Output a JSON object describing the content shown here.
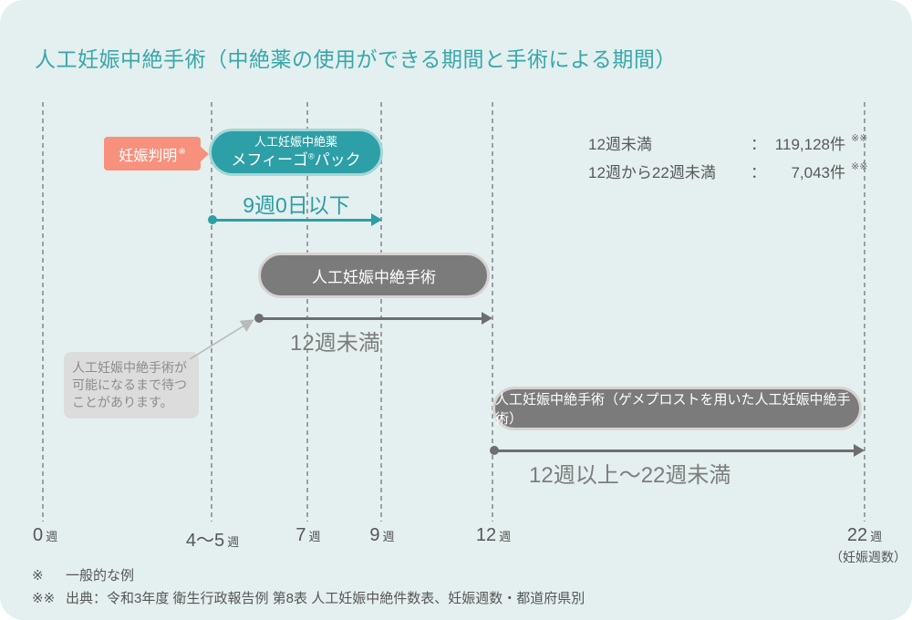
{
  "title": "人工妊娠中絶手術（中絶薬の使用ができる期間と手術による期間）",
  "callout": {
    "label": "妊娠判明",
    "mark": "※"
  },
  "med_pill": {
    "line1": "人工妊娠中絶薬",
    "line2_pre": "メフィーゴ",
    "line2_sup": "®",
    "line2_post": "パック"
  },
  "period_medication": {
    "label": "9週0日以下"
  },
  "surgery_pill_1": {
    "label": "人工妊娠中絶手術"
  },
  "period_surgery_1": {
    "label": "12週未満"
  },
  "note": {
    "text": "人工妊娠中絶手術が可能になるまで待つことがあります。"
  },
  "surgery_pill_2": {
    "label": "人工妊娠中絶手術（ゲメプロストを用いた人工妊娠中絶手術）"
  },
  "period_surgery_2": {
    "label": "12週以上～22週未満"
  },
  "stats": {
    "rows": [
      {
        "label": "12週未満",
        "colon": "：",
        "value": "119,128件",
        "mark": "※※"
      },
      {
        "label": "12週から22週未満",
        "colon": "：",
        "value": "7,043件",
        "mark": "※※"
      }
    ]
  },
  "axis": {
    "labels": [
      {
        "num": "0",
        "unit": "週"
      },
      {
        "num": "4～5",
        "unit": "週"
      },
      {
        "num": "7",
        "unit": "週"
      },
      {
        "num": "9",
        "unit": "週"
      },
      {
        "num": "12",
        "unit": "週"
      },
      {
        "num": "22",
        "unit": "週"
      }
    ],
    "extra": "（妊娠週数）"
  },
  "footnotes": [
    {
      "mark": "※",
      "text": "一般的な例"
    },
    {
      "mark": "※※",
      "text": "出典：令和3年度 衛生行政報告例 第8表 人工妊娠中絶件数表、妊娠週数・都道府県別"
    }
  ],
  "colors": {
    "background": "#e3f0ef",
    "teal": "#2d9fa6",
    "teal_border": "#a4d6d8",
    "title_teal": "#3aa6ab",
    "salmon": "#f7917d",
    "pill_gray": "#7b7b7b",
    "pill_gray_border": "#d7d2d2",
    "arrow_gray": "#6e6e6e",
    "text_gray": "#565656",
    "note_bg": "#dcdcdc"
  }
}
